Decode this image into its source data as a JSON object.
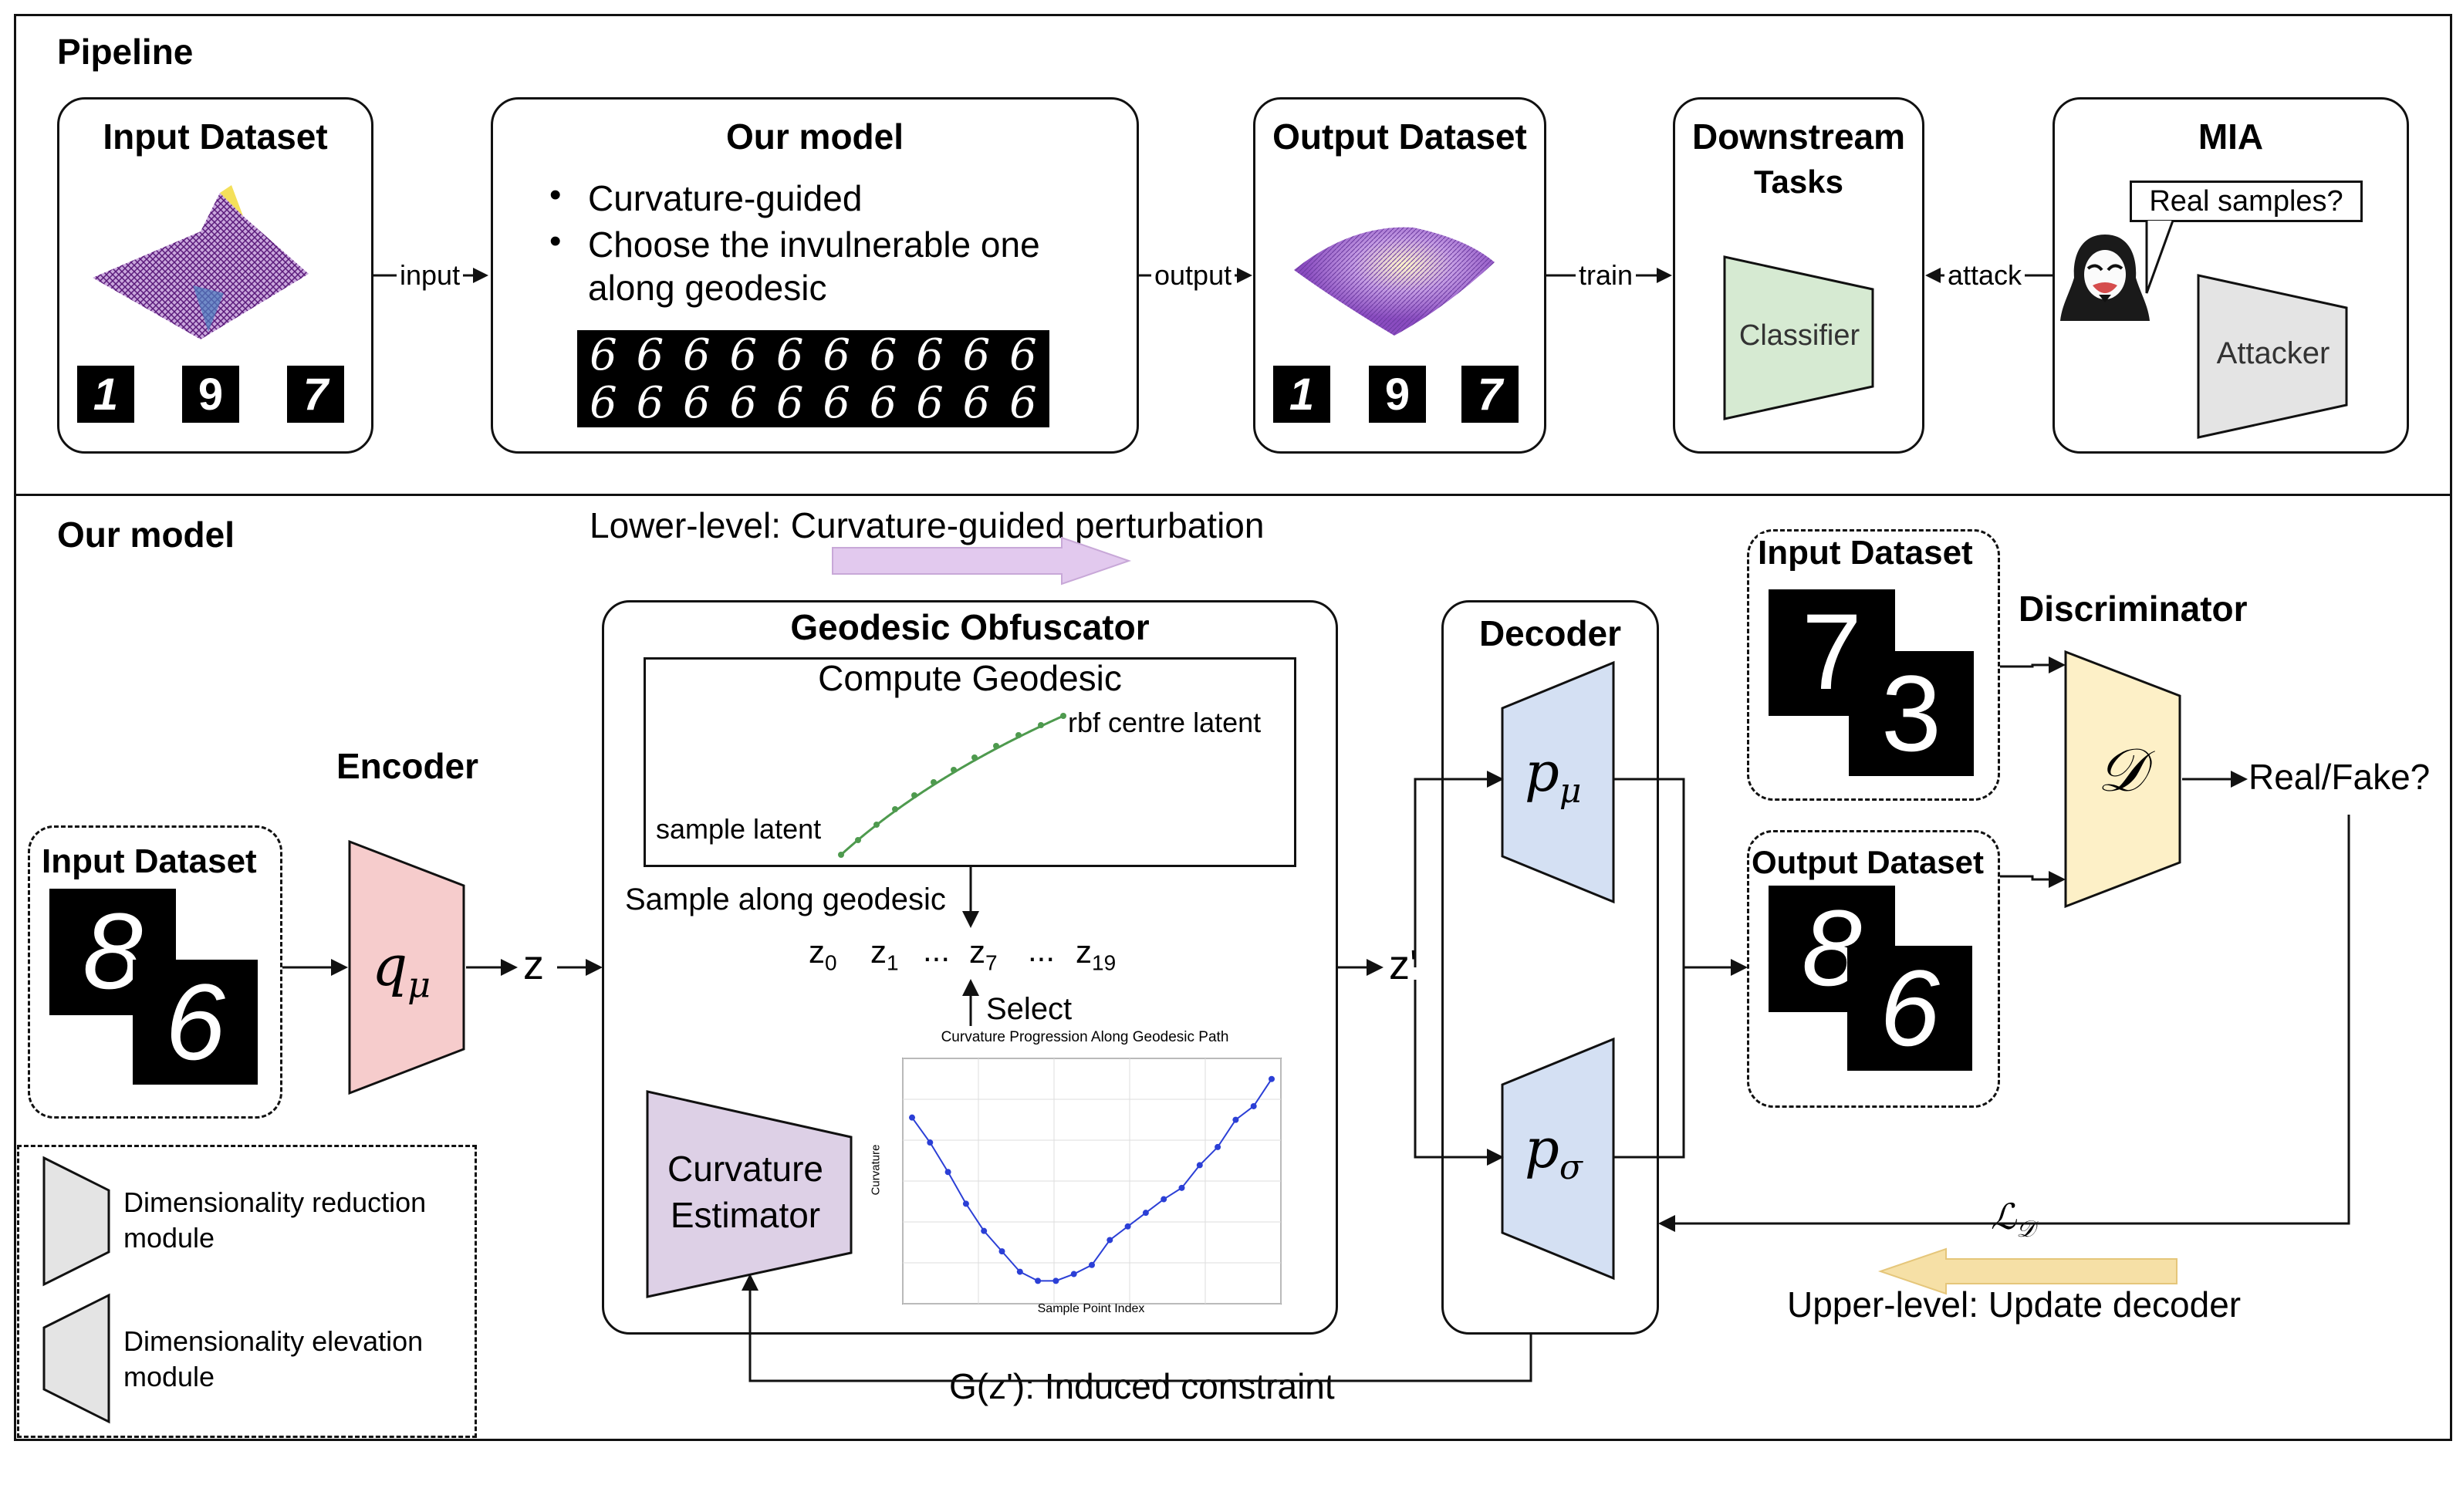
{
  "pipeline": {
    "title": "Pipeline",
    "input_dataset": {
      "title": "Input Dataset",
      "digits": [
        "1",
        "9",
        "7"
      ]
    },
    "our_model": {
      "title": "Our model",
      "bullets": [
        "Curvature-guided",
        "Choose the invulnerable one",
        "along geodesic"
      ],
      "strip_digit": "6"
    },
    "output_dataset": {
      "title": "Output Dataset",
      "digits": [
        "1",
        "9",
        "7"
      ]
    },
    "downstream": {
      "title_line1": "Downstream",
      "title_line2": "Tasks",
      "classifier": "Classifier"
    },
    "mia": {
      "title": "MIA",
      "bubble": "Real samples?",
      "attacker": "Attacker"
    },
    "arrows": {
      "input": "input",
      "output": "output",
      "train": "train",
      "attack": "attack"
    }
  },
  "model": {
    "title": "Our model",
    "lower_level": "Lower-level: Curvature-guided perturbation",
    "upper_level": "Upper-level: Update decoder",
    "input_dataset": {
      "title": "Input Dataset",
      "digits": [
        "8",
        "6"
      ]
    },
    "encoder": {
      "title": "Encoder",
      "symbol": "q",
      "sub": "μ"
    },
    "z": "z",
    "z_prime": "z'",
    "geodesic_obfuscator": {
      "title": "Geodesic Obfuscator",
      "compute": "Compute Geodesic",
      "rbf": "rbf centre latent",
      "sample_latent": "sample latent",
      "sample_along": "Sample along geodesic",
      "z_seq": [
        "z0",
        "z1",
        "...",
        "z7",
        "...",
        "z19"
      ],
      "select": "Select",
      "curvature_estimator_line1": "Curvature",
      "curvature_estimator_line2": "Estimator"
    },
    "decoder": {
      "title": "Decoder",
      "p_mu": "μ",
      "p_sigma": "σ",
      "p": "p"
    },
    "decoder_input": {
      "title": "Input Dataset",
      "digits": [
        "7",
        "3"
      ]
    },
    "decoder_output": {
      "title": "Output Dataset",
      "digits": [
        "8",
        "6"
      ]
    },
    "discriminator": {
      "title": "Discriminator",
      "symbol": "𝒟",
      "result": "Real/Fake?"
    },
    "loss": {
      "symbol": "ℒ",
      "sub": "𝒟"
    },
    "constraint": "G(z'): Induced constraint",
    "legend": {
      "reduction_line1": "Dimensionality reduction",
      "reduction_line2": "module",
      "elevation_line1": "Dimensionality elevation",
      "elevation_line2": "module"
    }
  },
  "chart_data": {
    "type": "line",
    "title": "Curvature Progression Along Geodesic Path",
    "xlabel": "Sample Point Index",
    "ylabel": "Curvature",
    "x": [
      0,
      1,
      2,
      3,
      4,
      5,
      6,
      7,
      8,
      9,
      10,
      11,
      12,
      13,
      14,
      15,
      16,
      17,
      18,
      19
    ],
    "values": [
      0.78,
      0.67,
      0.54,
      0.4,
      0.28,
      0.19,
      0.1,
      0.06,
      0.06,
      0.09,
      0.13,
      0.24,
      0.3,
      0.36,
      0.42,
      0.47,
      0.57,
      0.65,
      0.77,
      0.83,
      0.95
    ],
    "ylim": [
      0,
      1
    ],
    "grid": true,
    "color": "#2b3fd6"
  },
  "colors": {
    "encoder": "#f6cccc",
    "decoder": "#d4e0f3",
    "discriminator": "#fdf0c7",
    "classifier": "#d6ead2",
    "attacker": "#e4e4e4",
    "estimator": "#ddd0e6",
    "lower_arrow": "#e2c9ee",
    "upper_arrow": "#f6e0a6",
    "geodesic": "#4e9a4e"
  }
}
